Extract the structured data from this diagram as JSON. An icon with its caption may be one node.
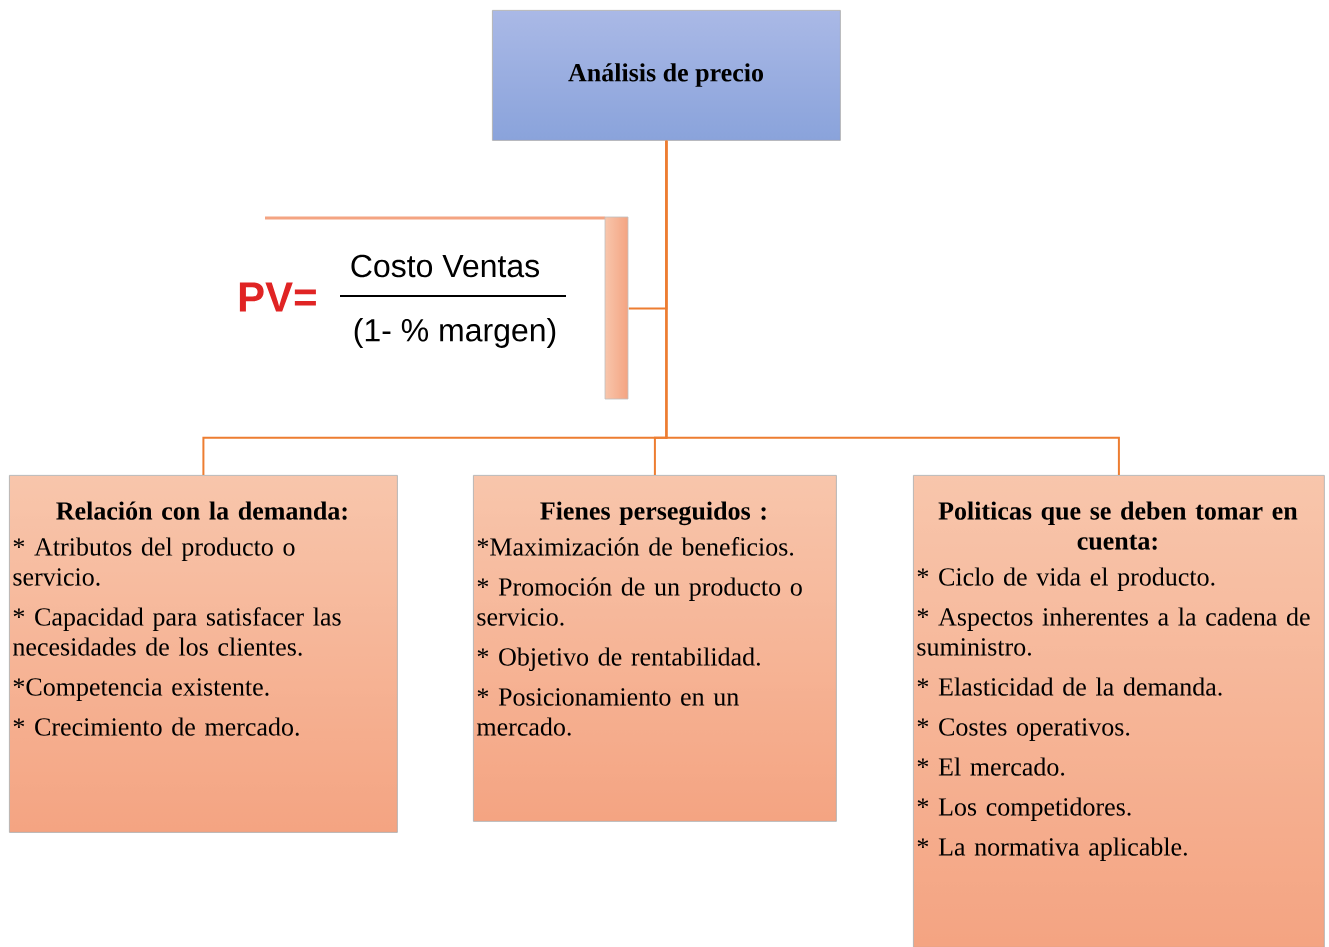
{
  "diagram": {
    "nodes": [
      {
        "text": [
          "Análisis de precio"
        ]
      },
      {
        "text": [
          "PV=",
          "Costo Ventas",
          "(1- % margen)"
        ]
      },
      {
        "text": [
          "Relación con la demanda:",
          "* Atributos del producto o servicio.",
          "* Capacidad para satisfacer las necesidades de los clientes.",
          "*Competencia existente.",
          "* Crecimiento de mercado."
        ]
      },
      {
        "text": [
          "Fienes perseguidos :",
          "*Maximización de beneficios.",
          "* Promoción de un producto o servicio.",
          "* Objetivo de rentabilidad.",
          "* Posicionamiento en un mercado."
        ]
      },
      {
        "text": [
          "Politicas que se deben tomar en cuenta:",
          "* Ciclo de vida el producto.",
          "* Aspectos inherentes a la cadena de suministro.",
          "* Elasticidad de la demanda.",
          "* Costes operativos.",
          "* El mercado.",
          "* Los competidores.",
          "* La normativa aplicable."
        ]
      }
    ],
    "edges": [
      {
        "from": 0,
        "to": 1,
        "arrow": "none"
      },
      {
        "from": 0,
        "to": 2,
        "arrow": "none"
      },
      {
        "from": 0,
        "to": 3,
        "arrow": "none"
      },
      {
        "from": 0,
        "to": 4,
        "arrow": "none"
      }
    ]
  }
}
